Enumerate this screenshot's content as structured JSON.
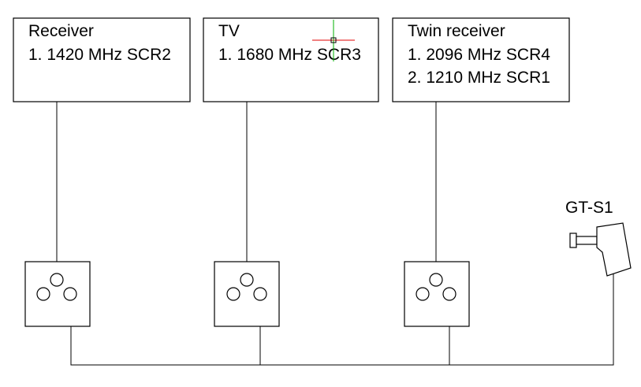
{
  "devices": [
    {
      "title": "Receiver",
      "lines": [
        "1. 1420 MHz SCR2"
      ]
    },
    {
      "title": "TV",
      "lines": [
        "1. 1680 MHz SCR3"
      ]
    },
    {
      "title": "Twin receiver",
      "lines": [
        "1. 2096 MHz SCR4",
        "2. 1210 MHz SCR1"
      ]
    }
  ],
  "lnb": {
    "label": "GT-S1"
  },
  "colors": {
    "cursor_h": "#e00000",
    "cursor_v": "#00b000"
  }
}
